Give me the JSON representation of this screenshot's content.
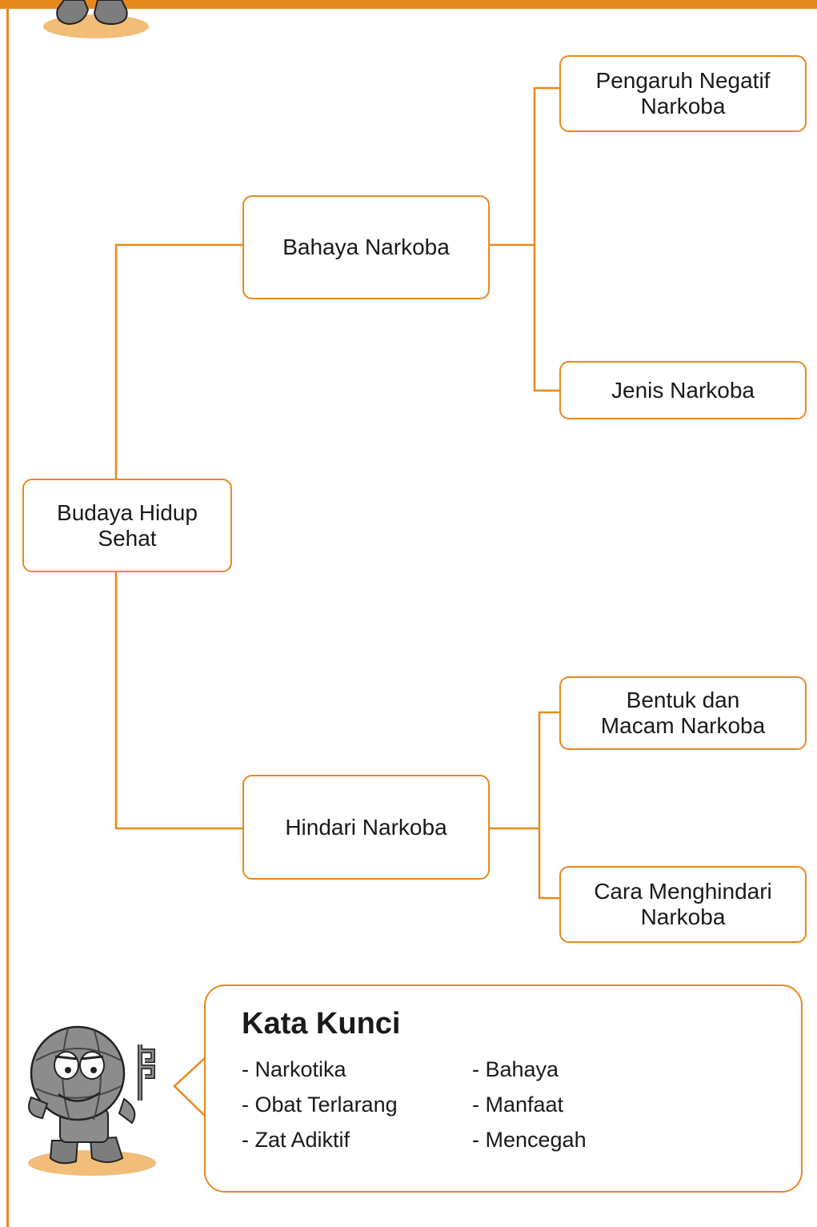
{
  "diagram": {
    "root": "Budaya Hidup\nSehat",
    "branches": [
      {
        "label": "Bahaya Narkoba",
        "children": [
          "Pengaruh Negatif\nNarkoba",
          "Jenis Narkoba"
        ]
      },
      {
        "label": "Hindari Narkoba",
        "children": [
          "Bentuk dan\nMacam Narkoba",
          "Cara Menghindari\nNarkoba"
        ]
      }
    ]
  },
  "keywords": {
    "title": "Kata Kunci",
    "col1": [
      "- Narkotika",
      "- Obat Terlarang",
      "- Zat Adiktif"
    ],
    "col2": [
      "- Bahaya",
      "- Manfaat",
      "- Mencegah"
    ]
  },
  "colors": {
    "accent": "#e8891e",
    "mascot_body": "#8c8c8c",
    "mascot_shadow": "#f2bd78"
  },
  "icons": [
    "mascot-feet-icon",
    "mascot-key-icon"
  ]
}
